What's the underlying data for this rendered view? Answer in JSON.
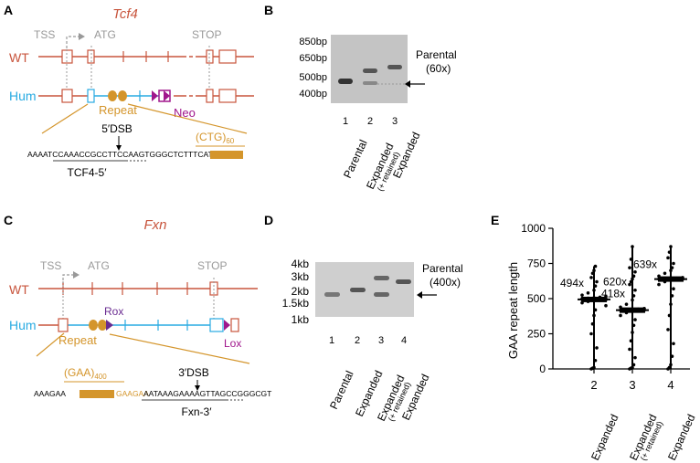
{
  "panels": {
    "A": {
      "letter": "A",
      "gene": "Tcf4",
      "tss": "TSS",
      "atg": "ATG",
      "stop": "STOP",
      "wt": "WT",
      "hum": "Hum",
      "repeat": "Repeat",
      "neo": "Neo",
      "dsb": "5′DSB",
      "ctg": "(CTG)",
      "ctg_sub": "60",
      "seq1": "AAAATCCAAACCGCCTTCCAAGTGG",
      "seq2": "GCTCTTTCATGCTG",
      "guide": "TCF4-5′",
      "colors": {
        "wt": "#c8553d",
        "hum": "#29abe2",
        "repeat": "#d4952b",
        "neo": "#a0168c"
      }
    },
    "B": {
      "letter": "B",
      "ladder": [
        "850bp",
        "650bp",
        "500bp",
        "400bp"
      ],
      "note1": "Parental",
      "note2": "(60x)",
      "lanes": [
        "1",
        "2",
        "3"
      ],
      "labels": [
        "Parental",
        "Expanded",
        "Expanded"
      ],
      "retained": "(+ retained)"
    },
    "C": {
      "letter": "C",
      "gene": "Fxn",
      "tss": "TSS",
      "atg": "ATG",
      "stop": "STOP",
      "wt": "WT",
      "hum": "Hum",
      "repeat": "Repeat",
      "rox": "Rox",
      "lox": "Lox",
      "gaa": "(GAA)",
      "gaa_sub": "400",
      "dsb": "3′DSB",
      "seq1": "AAAGAA",
      "seq2": "GAAGAA",
      "seq3": "AATAAAGAAAAGTTAGCCGGGCGT",
      "guide": "Fxn-3′",
      "colors": {
        "lox": "#a0168c",
        "rox": "#6a2c91"
      }
    },
    "D": {
      "letter": "D",
      "ladder": [
        "4kb",
        "3kb",
        "2kb",
        "1.5kb",
        "1kb"
      ],
      "note1": "Parental",
      "note2": "(400x)",
      "lanes": [
        "1",
        "2",
        "3",
        "4"
      ],
      "labels": [
        "Parental",
        "Expanded",
        "Expanded",
        "Expanded"
      ],
      "retained": "(+ retained)"
    },
    "E": {
      "letter": "E"
    }
  },
  "chart_data": {
    "type": "scatter",
    "ylabel": "GAA repeat length",
    "ylim": [
      0,
      1000
    ],
    "yticks": [
      0,
      250,
      500,
      750,
      1000
    ],
    "categories": [
      "2",
      "3",
      "4"
    ],
    "category_labels": [
      "Expanded",
      "Expanded",
      "Expanded"
    ],
    "retained_note": "(+ retained)",
    "medians": [
      494,
      418,
      639
    ],
    "median_labels": [
      "494x",
      "418x",
      "639x"
    ],
    "extra_labels": [
      "620x"
    ],
    "series": [
      {
        "values": [
          0,
          5,
          10,
          60,
          150,
          250,
          320,
          380,
          420,
          450,
          470,
          480,
          485,
          490,
          492,
          494,
          494,
          495,
          496,
          498,
          500,
          503,
          506,
          510,
          515,
          525,
          540,
          560,
          590,
          620,
          650,
          680,
          700,
          730
        ]
      },
      {
        "values": [
          0,
          5,
          10,
          30,
          80,
          140,
          200,
          260,
          310,
          350,
          380,
          400,
          410,
          415,
          418,
          418,
          420,
          422,
          425,
          430,
          440,
          460,
          490,
          520,
          560,
          600,
          620,
          640,
          660,
          690,
          720,
          780,
          870
        ]
      },
      {
        "values": [
          0,
          10,
          30,
          90,
          180,
          280,
          380,
          460,
          520,
          570,
          600,
          620,
          630,
          635,
          639,
          639,
          640,
          642,
          645,
          650,
          660,
          680,
          700,
          720,
          750,
          790,
          830,
          870
        ]
      }
    ]
  }
}
